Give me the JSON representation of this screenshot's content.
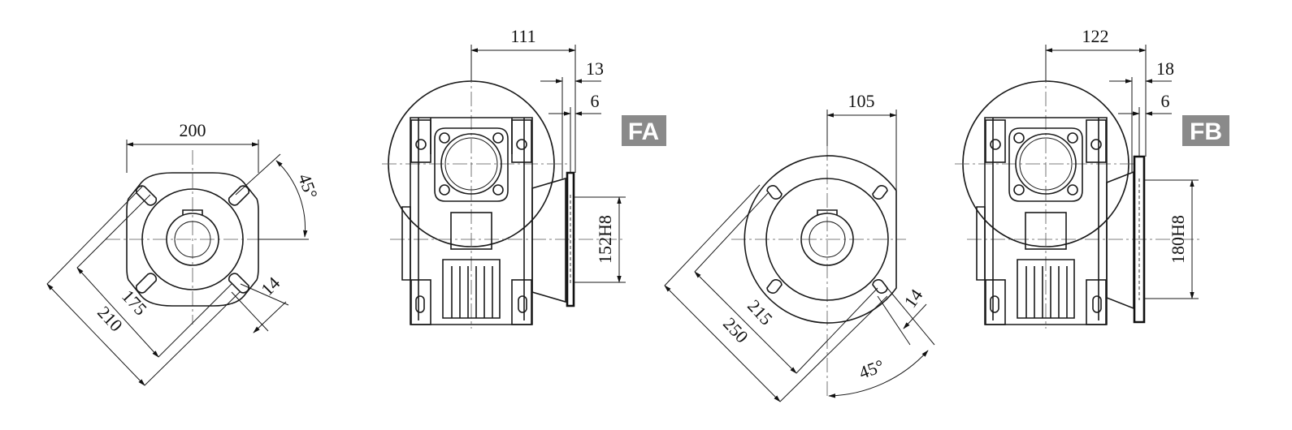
{
  "badges": {
    "fa": "FA",
    "fb": "FB"
  },
  "view1": {
    "width": "200",
    "angle": "45°",
    "bolt_circle": "175",
    "outer": "210",
    "slot": "14"
  },
  "view2": {
    "offset": "111",
    "flange_thick": "13",
    "spigot": "6",
    "pilot": "152H8"
  },
  "view3": {
    "offset": "105",
    "bolt_circle": "215",
    "outer": "250",
    "slot": "14",
    "angle": "45°"
  },
  "view4": {
    "offset": "122",
    "flange_thick": "18",
    "spigot": "6",
    "pilot": "180H8"
  },
  "colors": {
    "line": "#1a1a1a",
    "badge": "#8a8a8a"
  }
}
